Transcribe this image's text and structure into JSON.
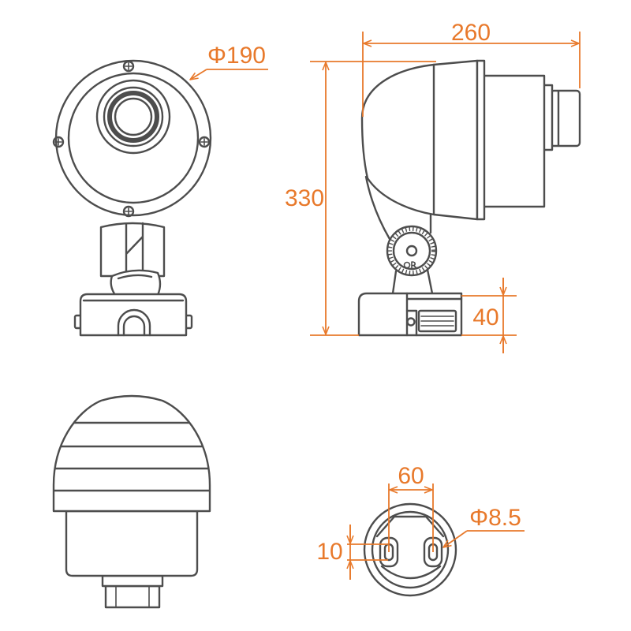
{
  "colors": {
    "drawing_line": "#4d4d4d",
    "dimension": "#e8792b",
    "background": "#ffffff"
  },
  "dimensions": {
    "head_diameter": "Φ190",
    "overall_length": "260",
    "overall_height": "330",
    "base_height": "40",
    "mounting_hole_spacing": "60",
    "mounting_hole_diameter": "Φ8.5",
    "mounting_slot_width": "10"
  }
}
